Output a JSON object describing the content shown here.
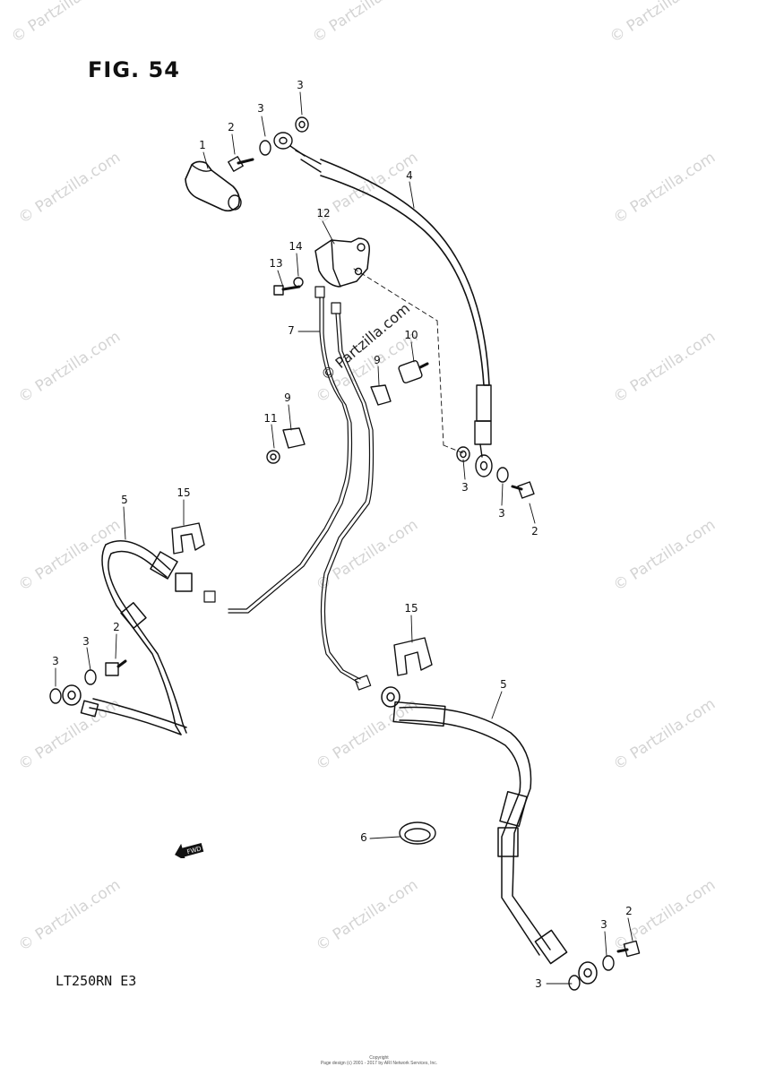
{
  "figure": {
    "title": "FIG. 54",
    "model_code": "LT250RN  E3"
  },
  "watermark": {
    "text": "© Partzilla.com",
    "center_text": "© Partzilla.com"
  },
  "callouts": [
    {
      "id": "c1",
      "label": "1"
    },
    {
      "id": "c2a",
      "label": "2"
    },
    {
      "id": "c3a",
      "label": "3"
    },
    {
      "id": "c3b",
      "label": "3"
    },
    {
      "id": "c4",
      "label": "4"
    },
    {
      "id": "c12",
      "label": "12"
    },
    {
      "id": "c14",
      "label": "14"
    },
    {
      "id": "c13",
      "label": "13"
    },
    {
      "id": "c7",
      "label": "7"
    },
    {
      "id": "c10",
      "label": "10"
    },
    {
      "id": "c9a",
      "label": "9"
    },
    {
      "id": "c9b",
      "label": "9"
    },
    {
      "id": "c11",
      "label": "11"
    },
    {
      "id": "c3c",
      "label": "3"
    },
    {
      "id": "c3d",
      "label": "3"
    },
    {
      "id": "c2b",
      "label": "2"
    },
    {
      "id": "c5a",
      "label": "5"
    },
    {
      "id": "c15a",
      "label": "15"
    },
    {
      "id": "c3e",
      "label": "3"
    },
    {
      "id": "c2c",
      "label": "2"
    },
    {
      "id": "c3f",
      "label": "3"
    },
    {
      "id": "c15b",
      "label": "15"
    },
    {
      "id": "c5b",
      "label": "5"
    },
    {
      "id": "c6",
      "label": "6"
    },
    {
      "id": "c3g",
      "label": "3"
    },
    {
      "id": "c2d",
      "label": "2"
    },
    {
      "id": "c3h",
      "label": "3"
    }
  ],
  "fwd_marker": {
    "label": "FWD",
    "icon": "fwd-arrow-icon"
  },
  "copyright": {
    "line1": "Copyright",
    "line2": "Page design (c) 2001 - 2017 by ARI Network Services, Inc."
  }
}
